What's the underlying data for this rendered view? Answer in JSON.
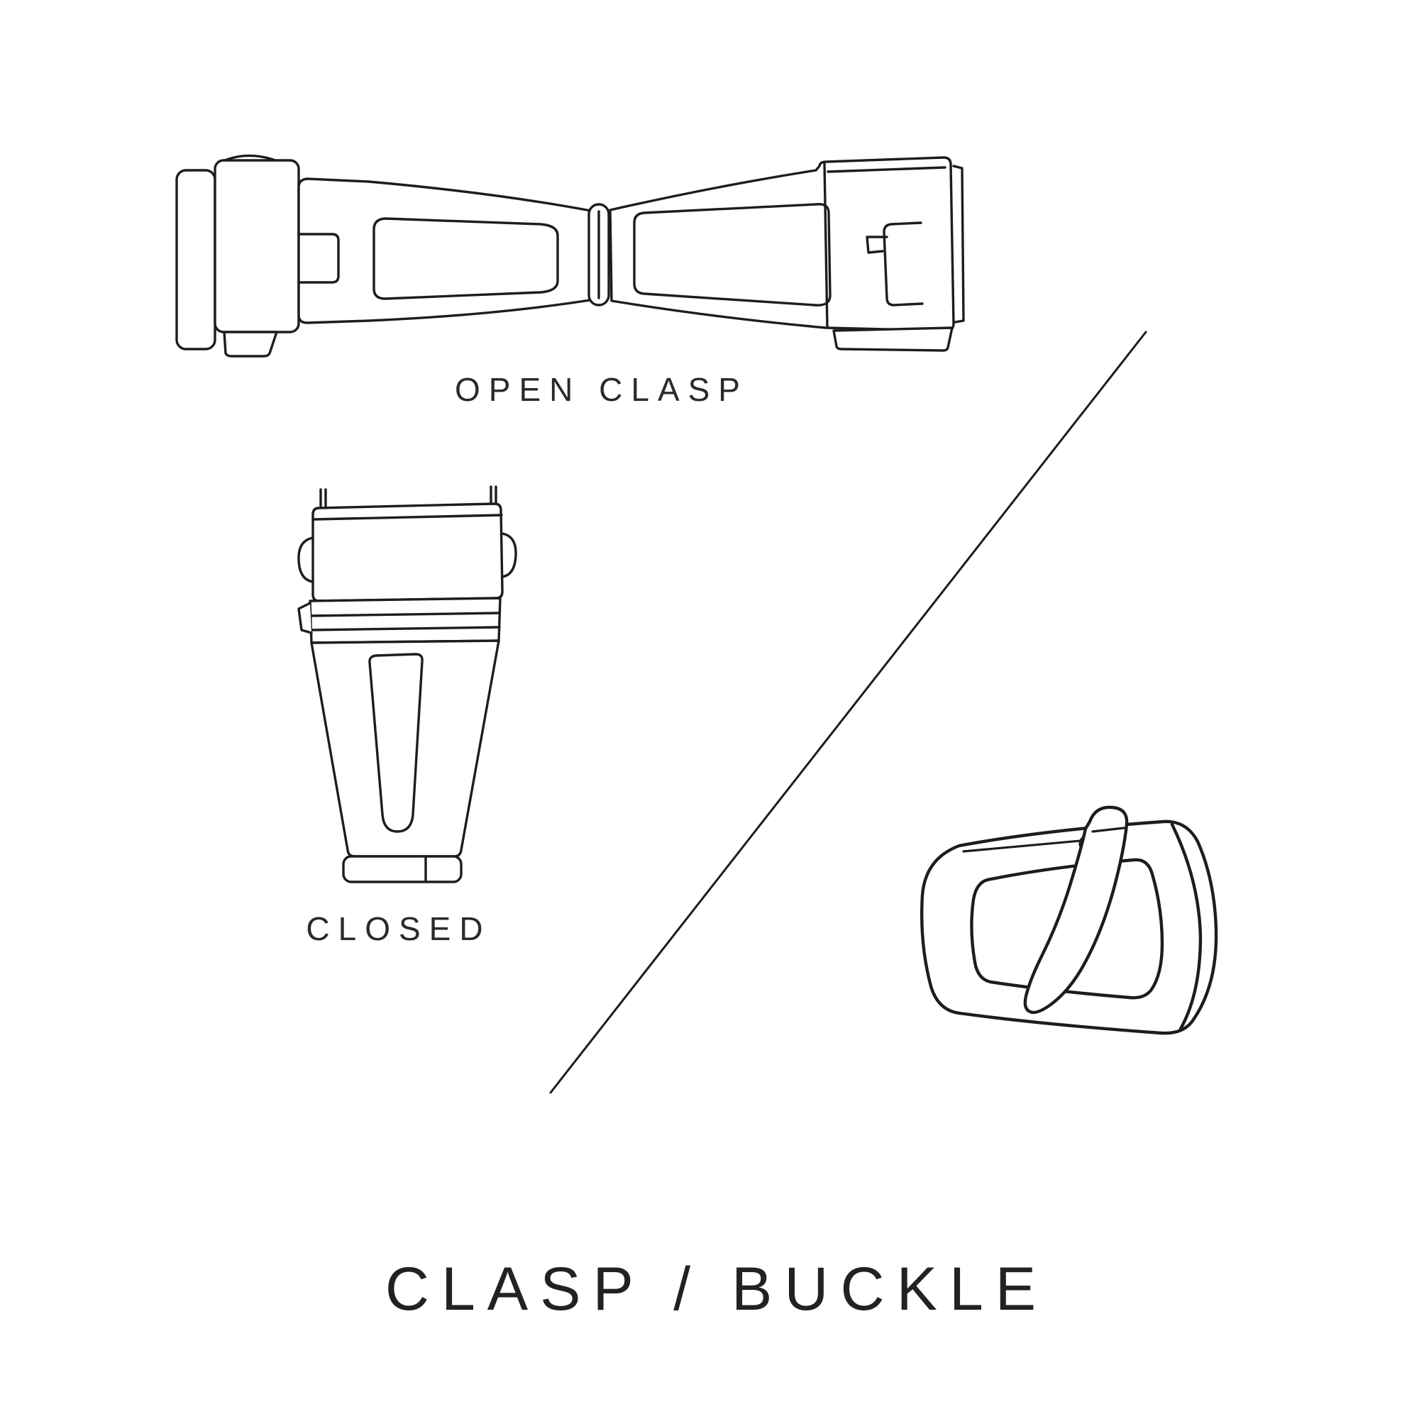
{
  "canvas": {
    "background_color": "#ffffff",
    "line_color": "#1d1d1d",
    "text_color": "#2a2a2a"
  },
  "labels": {
    "open_clasp": "OPEN CLASP",
    "closed": "CLOSED"
  },
  "title": "CLASP / BUCKLE",
  "illustrations": [
    {
      "id": "open-clasp",
      "description": "deployant clasp shown open: two tapered links joined at a center hinge"
    },
    {
      "id": "closed-clasp",
      "description": "deployant clasp shown closed, top view"
    },
    {
      "id": "tang-buckle",
      "description": "strap tang buckle with pin and tongue"
    }
  ],
  "divider": {
    "orientation": "diagonal"
  }
}
